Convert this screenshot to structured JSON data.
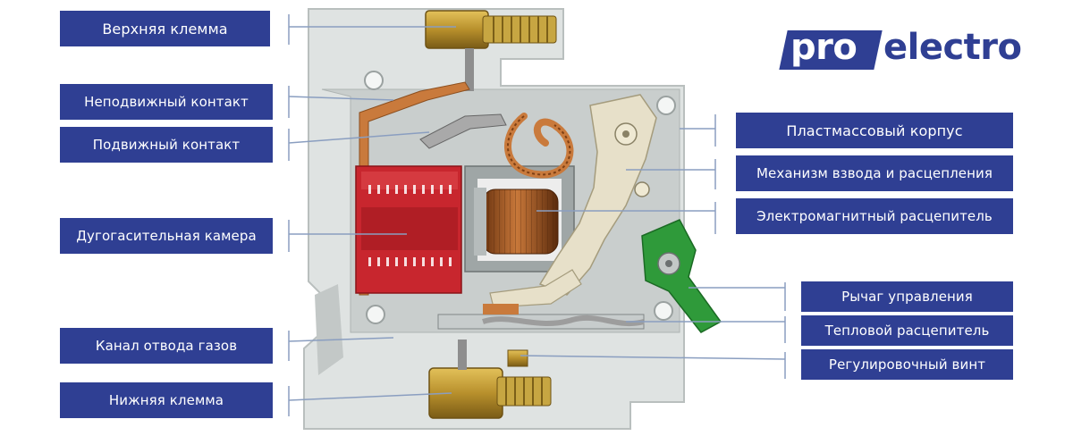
{
  "brand": {
    "part1": "pro",
    "part2": "electro"
  },
  "labels": {
    "upper_terminal": "Верхняя клемма",
    "fixed_contact": "Неподвижный контакт",
    "moving_contact": "Подвижный контакт",
    "arc_chamber": "Дугогасительная камера",
    "gas_channel": "Канал отвода газов",
    "lower_terminal": "Нижняя клемма",
    "plastic_case": "Пластмассовый корпус",
    "cocking_mechanism": "Механизм взвода и расцепления",
    "electromagnetic_release": "Электромагнитный расцепитель",
    "control_lever": "Рычаг управления",
    "thermal_release": "Тепловой расцепитель",
    "adjusting_screw": "Регулировочный винт"
  },
  "colors": {
    "label_bg": "#2f3f93",
    "label_text": "#ffffff",
    "leader_line": "#8a9ec0",
    "housing": "#dfe3e2",
    "arc_chamber": "#c8262e",
    "lever": "#2f9a3a",
    "coil": "#b5651d",
    "terminal": "#b8902c"
  }
}
